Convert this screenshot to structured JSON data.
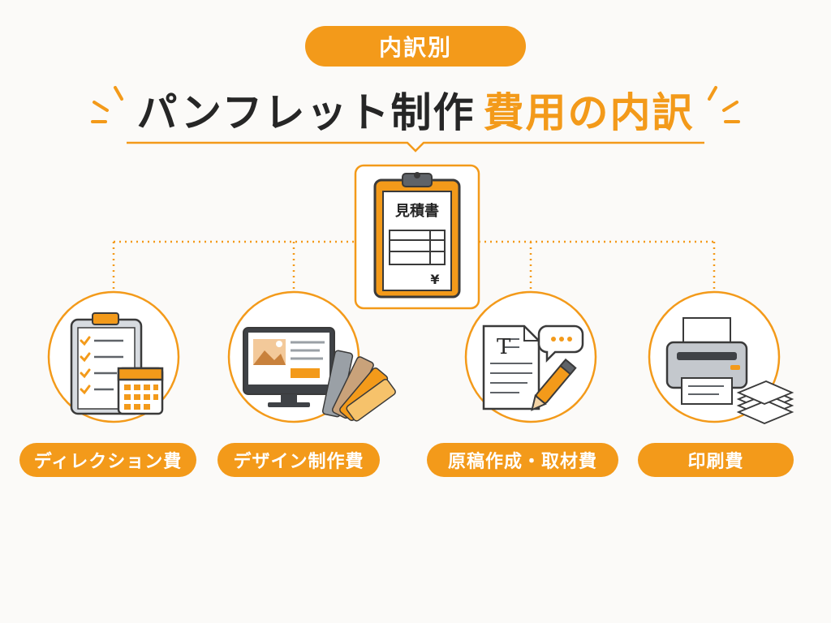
{
  "header": {
    "badge": "内訳別",
    "title_main": "パンフレット制作",
    "title_accent": "費用の内訳"
  },
  "center": {
    "doc_title": "見積書",
    "currency_mark": "¥"
  },
  "categories": [
    {
      "label": "ディレクション費",
      "icon": "clipboard-calendar-icon"
    },
    {
      "label": "デザイン制作費",
      "icon": "monitor-swatch-icon"
    },
    {
      "label": "原稿作成・取材費",
      "icon": "document-pen-icon"
    },
    {
      "label": "印刷費",
      "icon": "printer-icon"
    }
  ],
  "doc_text_glyph": "T",
  "colors": {
    "accent": "#f39a1a",
    "dark": "#262626",
    "gray": "#5f6368"
  }
}
